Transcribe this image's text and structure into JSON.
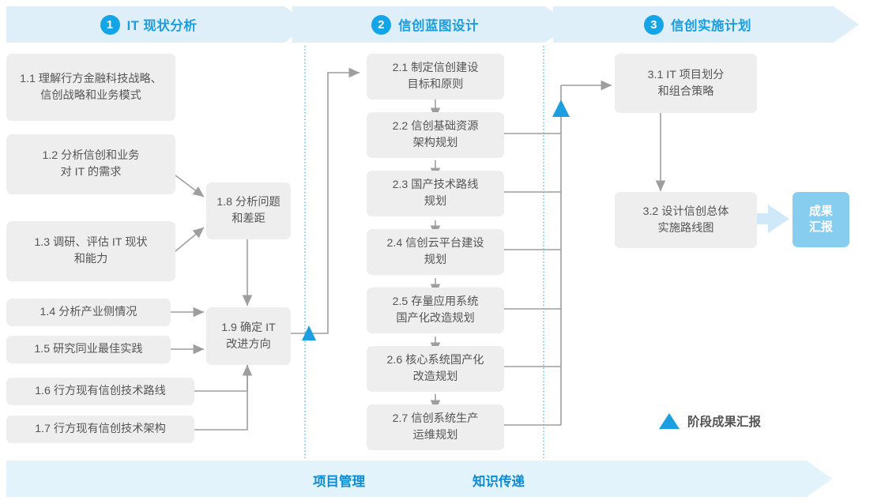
{
  "diagram": {
    "title_bar_color": "#deeffa",
    "accent_blue": "#13a5e8",
    "box_fill": "#eeeeee",
    "box_text": "#555555",
    "connector_color": "#9e9e9e",
    "divider_color": "#46b6e6"
  },
  "phases": [
    {
      "number": "1",
      "label": "IT 现状分析"
    },
    {
      "number": "2",
      "label": "信创蓝图设计"
    },
    {
      "number": "3",
      "label": "信创实施计划"
    }
  ],
  "phase1_tasks": [
    {
      "id": "1.1",
      "text": "1.1 理解行方金融科技战略、\n信创战略和业务模式"
    },
    {
      "id": "1.2",
      "text": "1.2 分析信创和业务\n对 IT 的需求"
    },
    {
      "id": "1.3",
      "text": "1.3 调研、评估 IT 现状\n和能力"
    },
    {
      "id": "1.4",
      "text": "1.4 分析产业侧情况"
    },
    {
      "id": "1.5",
      "text": "1.5 研究同业最佳实践"
    },
    {
      "id": "1.6",
      "text": "1.6 行方现有信创技术路线"
    },
    {
      "id": "1.7",
      "text": "1.7 行方现有信创技术架构"
    },
    {
      "id": "1.8",
      "text": "1.8 分析问题\n和差距"
    },
    {
      "id": "1.9",
      "text": "1.9 确定 IT\n改进方向"
    }
  ],
  "phase2_tasks": [
    {
      "id": "2.1",
      "text": "2.1 制定信创建设\n目标和原则"
    },
    {
      "id": "2.2",
      "text": "2.2 信创基础资源\n架构规划"
    },
    {
      "id": "2.3",
      "text": "2.3 国产技术路线\n规划"
    },
    {
      "id": "2.4",
      "text": "2.4 信创云平台建设\n规划"
    },
    {
      "id": "2.5",
      "text": "2.5 存量应用系统\n国产化改造规划"
    },
    {
      "id": "2.6",
      "text": "2.6 核心系统国产化\n改造规划"
    },
    {
      "id": "2.7",
      "text": "2.7 信创系统生产\n运维规划"
    }
  ],
  "phase3_tasks": [
    {
      "id": "3.1",
      "text": "3.1 IT 项目划分\n和组合策略"
    },
    {
      "id": "3.2",
      "text": "3.2 设计信创总体\n实施路线图"
    }
  ],
  "result_badge": {
    "text": "成果\n汇报"
  },
  "legend": {
    "text": "阶段成果汇报",
    "marker": "triangle-up-icon"
  },
  "bottom_band": {
    "labels": [
      "项目管理",
      "知识传递"
    ]
  }
}
